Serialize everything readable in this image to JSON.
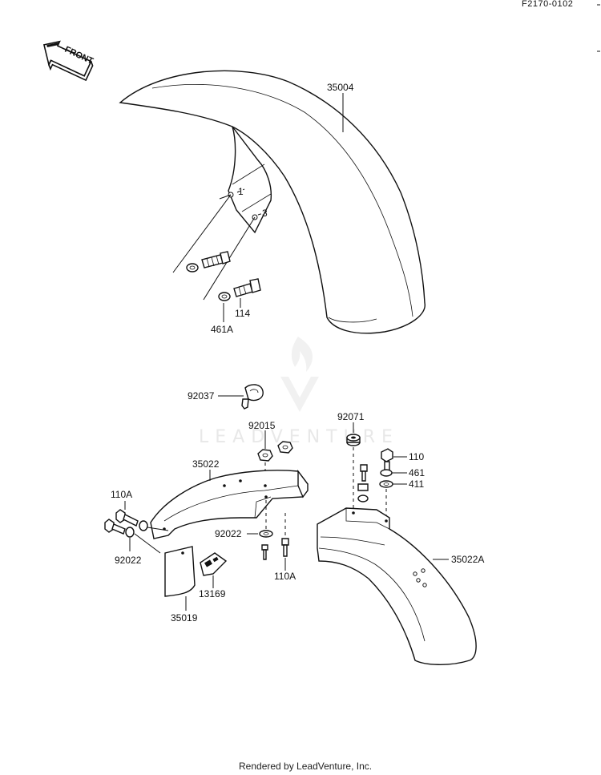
{
  "diagram": {
    "code": "F2170-0102",
    "front_label": "FRONT",
    "watermark": "LEADVENTURE",
    "footer": "Rendered by LeadVenture, Inc.",
    "labels": {
      "p35004": "35004",
      "p114": "114",
      "p461A": "461A",
      "p92037": "92037",
      "p92015": "92015",
      "p35022": "35022",
      "p110A_left": "110A",
      "p92022_left": "92022",
      "p92022_mid": "92022",
      "p13169": "13169",
      "p35019": "35019",
      "p110A_mid": "110A",
      "p92071": "92071",
      "p110": "110",
      "p461": "461",
      "p411": "411",
      "p35022A": "35022A"
    }
  }
}
